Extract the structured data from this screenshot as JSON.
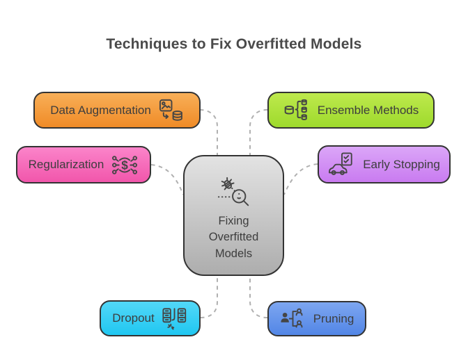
{
  "title": "Techniques to Fix Overfitted Models",
  "center": {
    "lines": [
      "Fixing",
      "Overfitted",
      "Models"
    ],
    "icon": "bug-magnifier-icon",
    "fill_top": "#E3E3E3",
    "fill_bottom": "#ADADAD"
  },
  "nodes": [
    {
      "id": "data-augmentation",
      "label": "Data Augmentation",
      "icon": "image-to-database-icon",
      "icon_side": "right",
      "fill_top": "#F8AF58",
      "fill_bottom": "#F08B27"
    },
    {
      "id": "ensemble-methods",
      "label": "Ensemble Methods",
      "icon": "database-branch-icon",
      "icon_side": "left",
      "fill_top": "#BEE94D",
      "fill_bottom": "#9EDA2C"
    },
    {
      "id": "regularization",
      "label": "Regularization",
      "icon": "network-dollar-icon",
      "icon_side": "right",
      "fill_top": "#FB84CA",
      "fill_bottom": "#F156AB"
    },
    {
      "id": "early-stopping",
      "label": "Early Stopping",
      "icon": "car-checklist-icon",
      "icon_side": "left",
      "fill_top": "#DBA6F8",
      "fill_bottom": "#C97BF0"
    },
    {
      "id": "dropout",
      "label": "Dropout",
      "icon": "server-split-icon",
      "icon_side": "right",
      "fill_top": "#52D8F8",
      "fill_bottom": "#20C7F1"
    },
    {
      "id": "pruning",
      "label": "Pruning",
      "icon": "people-branch-icon",
      "icon_side": "left",
      "fill_top": "#7DA6F0",
      "fill_bottom": "#5286E6"
    }
  ],
  "colors": {
    "node_border": "#333333",
    "label_text": "#3D3D3D",
    "title_text": "#4A4A4A",
    "connector": "#B0B0B0",
    "icon_stroke": "#454545",
    "background": "#FFFFFF"
  }
}
